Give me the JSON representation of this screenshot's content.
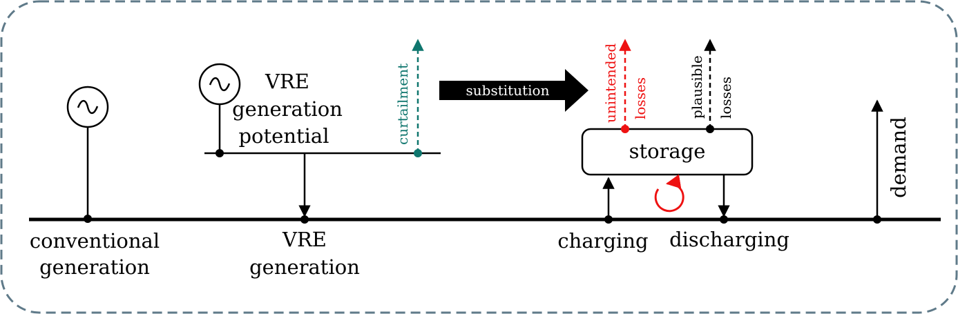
{
  "labels": {
    "conventional_line1": "conventional",
    "conventional_line2": "generation",
    "vre_gen_line1": "VRE",
    "vre_gen_line2": "generation",
    "vre_pot_line1": "VRE",
    "vre_pot_line2": "generation",
    "vre_pot_line3": "potential",
    "curtailment": "curtailment",
    "substitution": "substitution",
    "unintended": "unintended",
    "unintended_losses": "losses",
    "plausible": "plausible",
    "plausible_losses": "losses",
    "storage": "storage",
    "charging": "charging",
    "discharging": "discharging",
    "demand": "demand"
  },
  "colors": {
    "frame": "#5f7a89",
    "line": "#000000",
    "curtailment": "#0f766e",
    "unintended": "#ee1111",
    "cycle": "#ee1111"
  },
  "icons": {
    "generator": "sine-wave-icon",
    "cycle": "circular-arrow-icon"
  }
}
